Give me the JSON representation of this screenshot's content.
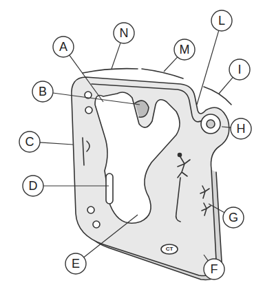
{
  "diagram": {
    "labels": [
      "A",
      "B",
      "C",
      "D",
      "E",
      "F",
      "G",
      "H",
      "I",
      "L",
      "M",
      "N",
      "CT"
    ]
  }
}
